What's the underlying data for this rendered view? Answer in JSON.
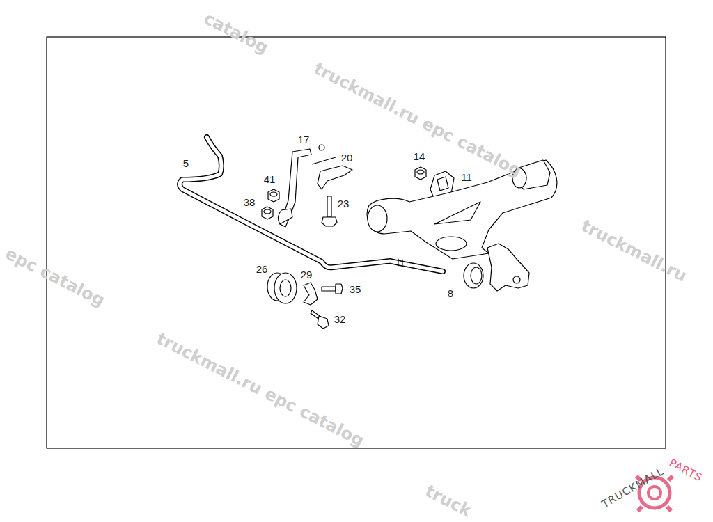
{
  "diagram": {
    "labels": [
      "catalog",
      "truckmall.ru epc catalog",
      "epc catalog",
      "truckmall.ru",
      "truckmall.ru epc catalog",
      "truck",
      "5",
      "17",
      "20",
      "14",
      "11",
      "41",
      "38",
      "23",
      "26",
      "29",
      "35",
      "8",
      "32",
      "TRUCKMALL",
      "PARTS"
    ]
  }
}
